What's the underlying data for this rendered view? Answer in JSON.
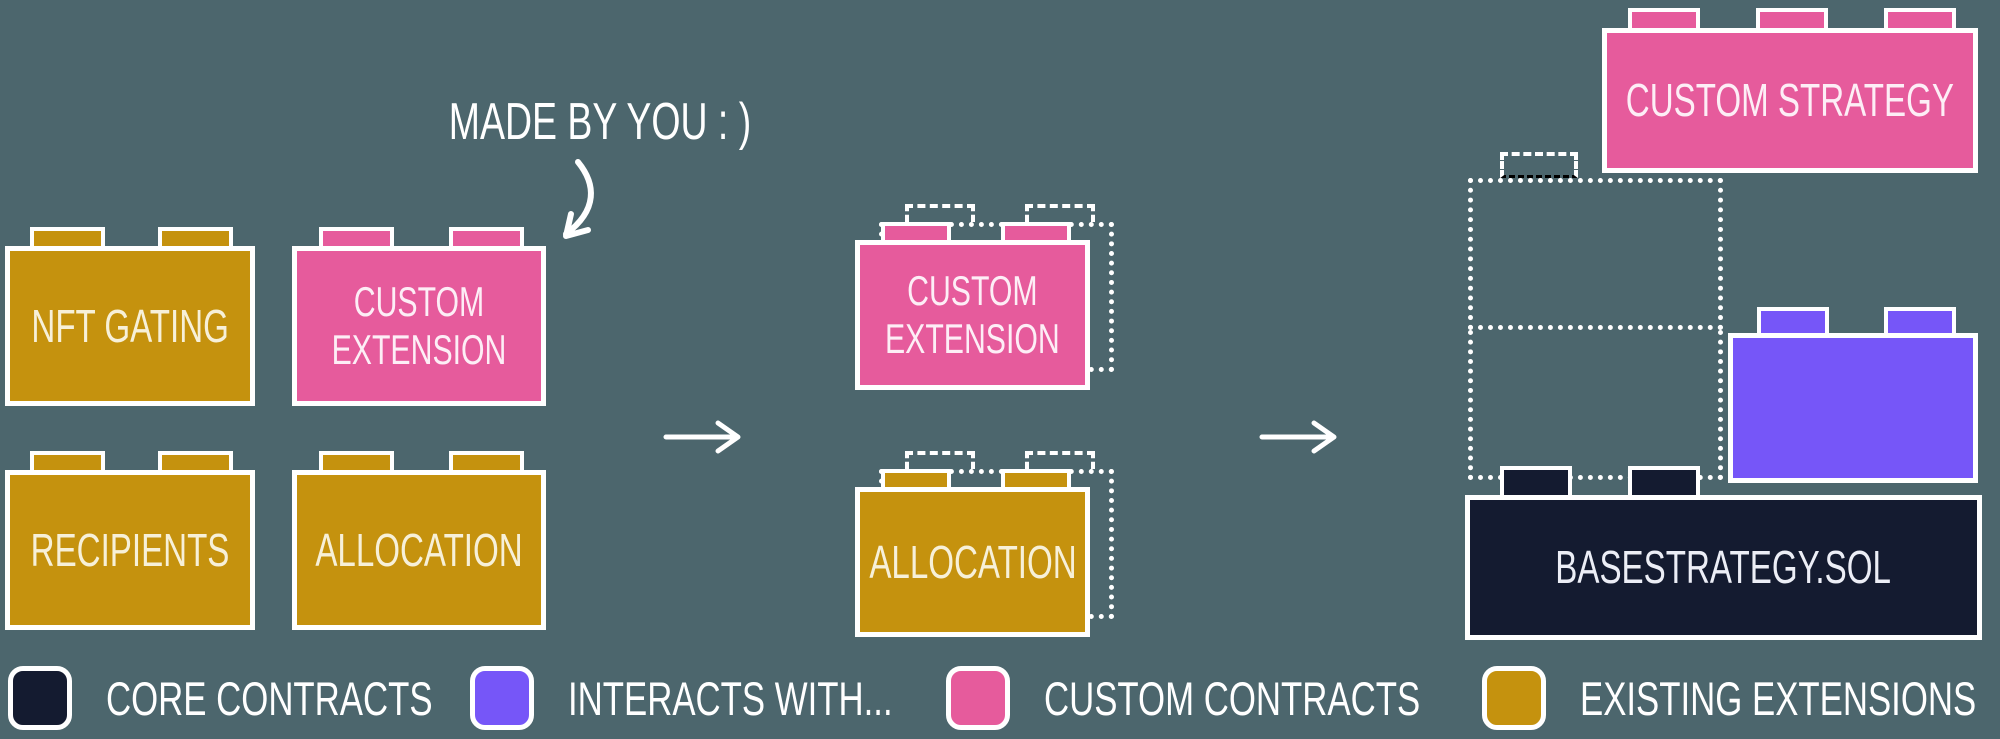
{
  "colors": {
    "background": "#4c666d",
    "gold": "#c5920e",
    "pink": "#e65b9c",
    "purple": "#7656f8",
    "navy": "#141b30",
    "outline": "#ffffff"
  },
  "annotation": {
    "text": "MADE BY YOU : )",
    "arrow_icon": "curved-arrow"
  },
  "left_group": {
    "bricks": [
      {
        "label": "NFT GATING",
        "color": "gold"
      },
      {
        "label": "CUSTOM EXTENSION",
        "color": "pink"
      },
      {
        "label": "RECIPIENTS",
        "color": "gold"
      },
      {
        "label": "ALLOCATION",
        "color": "gold"
      }
    ]
  },
  "middle_group": {
    "bricks": [
      {
        "label": "CUSTOM EXTENSION",
        "color": "pink",
        "ghost_outline": true
      },
      {
        "label": "ALLOCATION",
        "color": "gold",
        "ghost_outline": true
      }
    ]
  },
  "right_group": {
    "custom_strategy_label": "CUSTOM STRATEGY",
    "interacts_block_label": "",
    "base_label": "BASESTRATEGY.SOL"
  },
  "legend": {
    "items": [
      {
        "label": "CORE CONTRACTS",
        "color": "navy"
      },
      {
        "label": "INTERACTS WITH...",
        "color": "purple"
      },
      {
        "label": "CUSTOM CONTRACTS",
        "color": "pink"
      },
      {
        "label": "EXISTING EXTENSIONS",
        "color": "gold"
      }
    ]
  }
}
